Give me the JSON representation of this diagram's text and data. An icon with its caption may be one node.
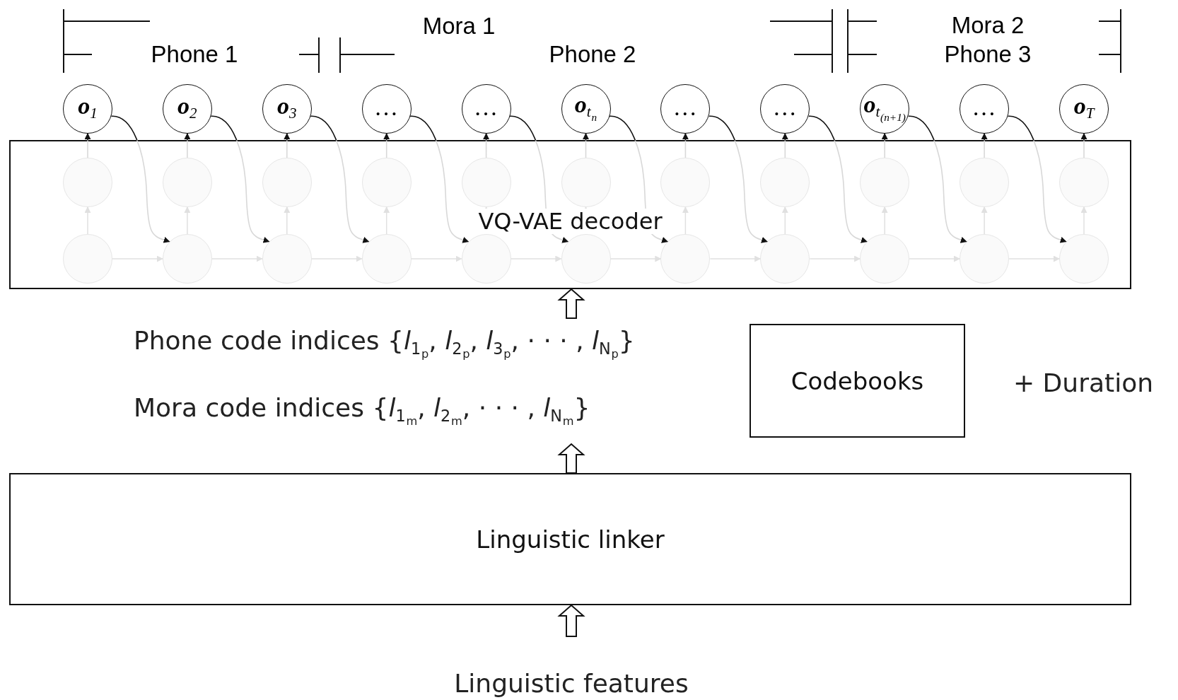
{
  "diagram": {
    "nodes": [
      {
        "text": [
          "**o**$_{1}$"
        ]
      },
      {
        "text": [
          "**o**$_{2}$"
        ]
      },
      {
        "text": [
          "**o**$_{3}$"
        ]
      },
      {
        "text": [
          "…"
        ]
      },
      {
        "text": [
          "…"
        ]
      },
      {
        "text": [
          "**o**$_{t}$$_{n}$"
        ]
      },
      {
        "text": [
          "…"
        ]
      },
      {
        "text": [
          "…"
        ]
      },
      {
        "text": [
          "**o**$_{t}$$_{(n+1)}$"
        ]
      },
      {
        "text": [
          "…"
        ]
      },
      {
        "text": [
          "**o**$_{T}$"
        ]
      },
      {
        "text": [
          "VQ-VAE decoder"
        ]
      },
      {
        "text": [],
        "shape": "circle",
        "in": 11
      },
      {
        "text": [],
        "shape": "circle",
        "in": 11
      },
      {
        "text": [],
        "shape": "circle",
        "in": 11
      },
      {
        "text": [],
        "shape": "circle",
        "in": 11
      },
      {
        "text": [],
        "shape": "circle",
        "in": 11
      },
      {
        "text": [],
        "shape": "circle",
        "in": 11
      },
      {
        "text": [],
        "shape": "circle",
        "in": 11
      },
      {
        "text": [],
        "shape": "circle",
        "in": 11
      },
      {
        "text": [],
        "shape": "circle",
        "in": 11
      },
      {
        "text": [],
        "shape": "circle",
        "in": 11
      },
      {
        "text": [],
        "shape": "circle",
        "in": 11
      },
      {
        "text": [],
        "shape": "circle",
        "in": 11
      },
      {
        "text": [],
        "shape": "circle",
        "in": 11
      },
      {
        "text": [],
        "shape": "circle",
        "in": 11
      },
      {
        "text": [],
        "shape": "circle",
        "in": 11
      },
      {
        "text": [],
        "shape": "circle",
        "in": 11
      },
      {
        "text": [],
        "shape": "circle",
        "in": 11
      },
      {
        "text": [],
        "shape": "circle",
        "in": 11
      },
      {
        "text": [],
        "shape": "circle",
        "in": 11
      },
      {
        "text": [],
        "shape": "circle",
        "in": 11
      },
      {
        "text": [],
        "shape": "circle",
        "in": 11
      },
      {
        "text": [],
        "shape": "circle",
        "in": 11
      },
      {
        "text": [
          "Phone code indices {*l*$_{1}$$_{p}$, *l*$_{2}$$_{p}$, *l*$_{3}$$_{p}$, · · · , *l*$_{N}$$_{p}$}",
          "Mora code indices {*l*$_{1}$$_{m}$, *l*$_{2}$$_{m}$, · · · , *l*$_{N}$$_{m}$}"
        ]
      },
      {
        "text": [
          "Codebooks"
        ]
      },
      {
        "text": [
          "Linguistic linker"
        ]
      },
      {
        "text": [
          "Linguistic features"
        ]
      }
    ],
    "edges": [
      {
        "from": 23,
        "to": 12,
        "arrow": "to",
        "color": "#e0e0e0"
      },
      {
        "from": 24,
        "to": 13,
        "arrow": "to",
        "color": "#e0e0e0"
      },
      {
        "from": 25,
        "to": 14,
        "arrow": "to",
        "color": "#e0e0e0"
      },
      {
        "from": 26,
        "to": 15,
        "arrow": "to",
        "color": "#e0e0e0"
      },
      {
        "from": 27,
        "to": 16,
        "arrow": "to",
        "color": "#e0e0e0"
      },
      {
        "from": 28,
        "to": 17,
        "arrow": "to",
        "color": "#e0e0e0"
      },
      {
        "from": 29,
        "to": 18,
        "arrow": "to",
        "color": "#e0e0e0"
      },
      {
        "from": 30,
        "to": 19,
        "arrow": "to",
        "color": "#e0e0e0"
      },
      {
        "from": 31,
        "to": 20,
        "arrow": "to",
        "color": "#e0e0e0"
      },
      {
        "from": 32,
        "to": 21,
        "arrow": "to",
        "color": "#e0e0e0"
      },
      {
        "from": 33,
        "to": 22,
        "arrow": "to",
        "color": "#e0e0e0"
      },
      {
        "from": 12,
        "to": 0,
        "arrow": "to"
      },
      {
        "from": 13,
        "to": 1,
        "arrow": "to"
      },
      {
        "from": 14,
        "to": 2,
        "arrow": "to"
      },
      {
        "from": 15,
        "to": 3,
        "arrow": "to"
      },
      {
        "from": 16,
        "to": 4,
        "arrow": "to"
      },
      {
        "from": 17,
        "to": 5,
        "arrow": "to"
      },
      {
        "from": 18,
        "to": 6,
        "arrow": "to"
      },
      {
        "from": 19,
        "to": 7,
        "arrow": "to"
      },
      {
        "from": 20,
        "to": 8,
        "arrow": "to"
      },
      {
        "from": 21,
        "to": 9,
        "arrow": "to"
      },
      {
        "from": 22,
        "to": 10,
        "arrow": "to"
      },
      {
        "from": 23,
        "to": 24,
        "arrow": "to",
        "color": "#e0e0e0"
      },
      {
        "from": 24,
        "to": 25,
        "arrow": "to",
        "color": "#e0e0e0"
      },
      {
        "from": 25,
        "to": 26,
        "arrow": "to",
        "color": "#e0e0e0"
      },
      {
        "from": 26,
        "to": 27,
        "arrow": "to",
        "color": "#e0e0e0"
      },
      {
        "from": 27,
        "to": 28,
        "arrow": "to",
        "color": "#e0e0e0"
      },
      {
        "from": 28,
        "to": 29,
        "arrow": "to",
        "color": "#e0e0e0"
      },
      {
        "from": 29,
        "to": 30,
        "arrow": "to",
        "color": "#e0e0e0"
      },
      {
        "from": 30,
        "to": 31,
        "arrow": "to",
        "color": "#e0e0e0"
      },
      {
        "from": 31,
        "to": 32,
        "arrow": "to",
        "color": "#e0e0e0"
      },
      {
        "from": 32,
        "to": 33,
        "arrow": "to",
        "color": "#e0e0e0"
      },
      {
        "from": 0,
        "to": 24,
        "arrow": "to"
      },
      {
        "from": 1,
        "to": 25,
        "arrow": "to"
      },
      {
        "from": 2,
        "to": 26,
        "arrow": "to"
      },
      {
        "from": 3,
        "to": 27,
        "arrow": "to"
      },
      {
        "from": 4,
        "to": 28,
        "arrow": "to"
      },
      {
        "from": 5,
        "to": 29,
        "arrow": "to"
      },
      {
        "from": 6,
        "to": 30,
        "arrow": "to"
      },
      {
        "from": 7,
        "to": 31,
        "arrow": "to"
      },
      {
        "from": 8,
        "to": 32,
        "arrow": "to"
      },
      {
        "from": 9,
        "to": 33,
        "arrow": "to"
      },
      {
        "from": 37,
        "to": 36,
        "arrow": "to",
        "style": "thick"
      },
      {
        "from": 36,
        "to": 34,
        "arrow": "to",
        "style": "thick"
      },
      {
        "from": 34,
        "to": 11,
        "arrow": "to",
        "style": "thick"
      }
    ],
    "labels": [
      "Mora 1",
      "Mora 2",
      "Phone 1",
      "Phone 2",
      "Phone 3",
      "+ Duration"
    ]
  }
}
